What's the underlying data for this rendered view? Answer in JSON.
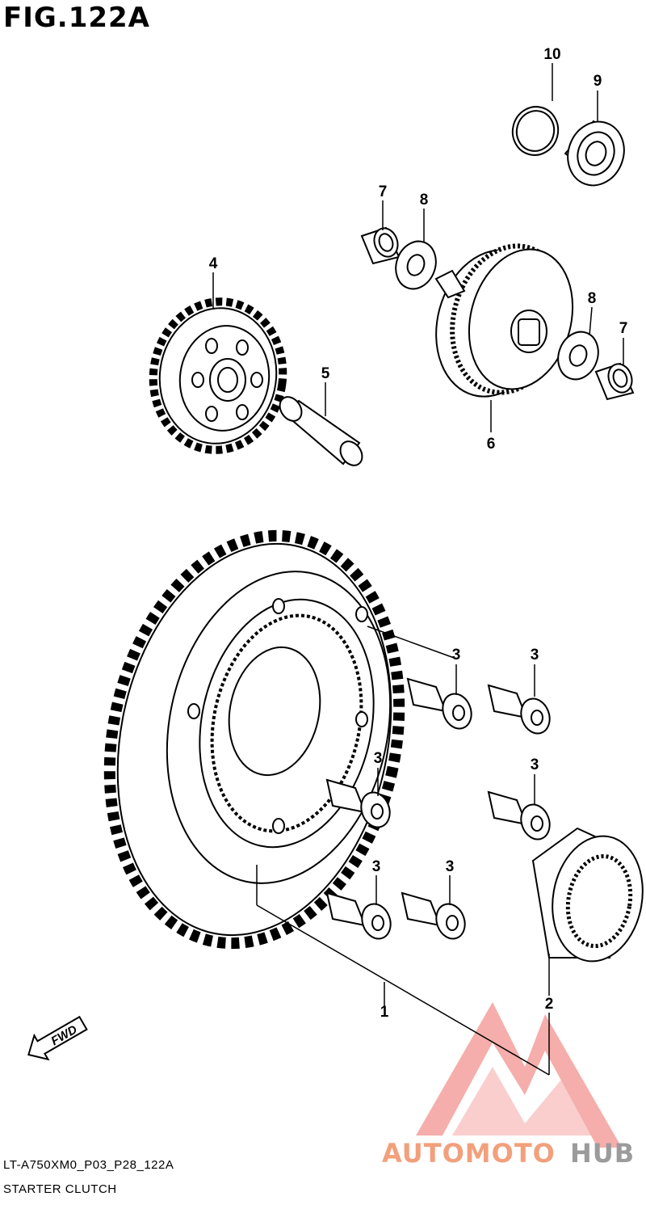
{
  "figure": {
    "title": "FIG.122A",
    "code": "LT-A750XM0_P03_P28_122A",
    "name": "STARTER CLUTCH"
  },
  "fwd_label": "FWD",
  "callouts": [
    "10",
    "9",
    "7",
    "8",
    "4",
    "8",
    "7",
    "5",
    "6",
    "3",
    "3",
    "3",
    "3",
    "3",
    "3",
    "1",
    "2"
  ],
  "watermark": {
    "part1": "AUTOMOTO",
    "part2": "HUB",
    "color_main": "#f2a07c",
    "color_accent": "#9b9b9b",
    "logo_color": "#f2938f"
  }
}
